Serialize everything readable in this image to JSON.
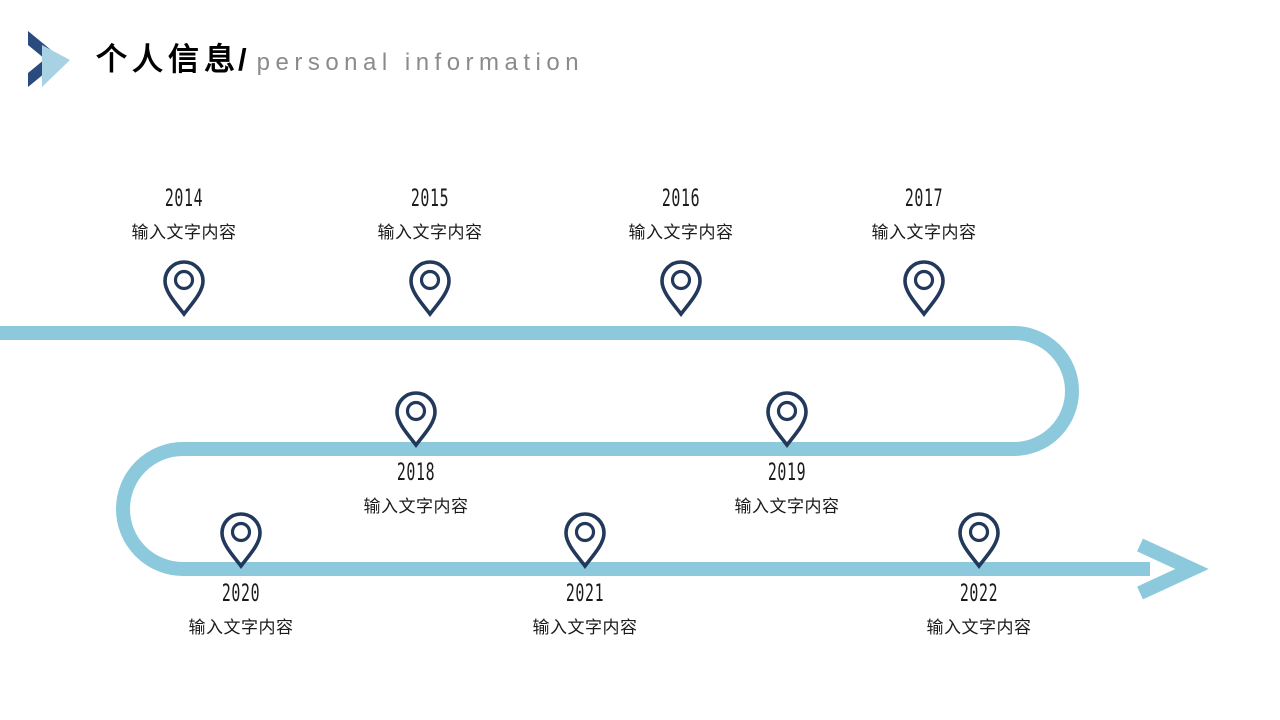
{
  "header": {
    "logo_name": "double-arrow-logo",
    "title_cn": "个人信息",
    "title_separator": "/",
    "title_en": "personal information"
  },
  "colors": {
    "navy": "#23395B",
    "light_blue": "#8CC9DC",
    "title_text": "#000000",
    "subtitle_text": "#8B8B8B",
    "body_text": "#1B1B1B",
    "logo_dark": "#2B4A7D",
    "logo_light": "#A8D2E4",
    "background": "#FFFFFF"
  },
  "timeline": {
    "arrow_direction": "right",
    "milestones": [
      {
        "year": "2014",
        "desc": "输入文字内容",
        "label_position": "above",
        "row": 1
      },
      {
        "year": "2015",
        "desc": "输入文字内容",
        "label_position": "above",
        "row": 1
      },
      {
        "year": "2016",
        "desc": "输入文字内容",
        "label_position": "above",
        "row": 1
      },
      {
        "year": "2017",
        "desc": "输入文字内容",
        "label_position": "above",
        "row": 1
      },
      {
        "year": "2018",
        "desc": "输入文字内容",
        "label_position": "below",
        "row": 2
      },
      {
        "year": "2019",
        "desc": "输入文字内容",
        "label_position": "below",
        "row": 2
      },
      {
        "year": "2020",
        "desc": "输入文字内容",
        "label_position": "below",
        "row": 3
      },
      {
        "year": "2021",
        "desc": "输入文字内容",
        "label_position": "below",
        "row": 3
      },
      {
        "year": "2022",
        "desc": "输入文字内容",
        "label_position": "below",
        "row": 3
      }
    ]
  }
}
